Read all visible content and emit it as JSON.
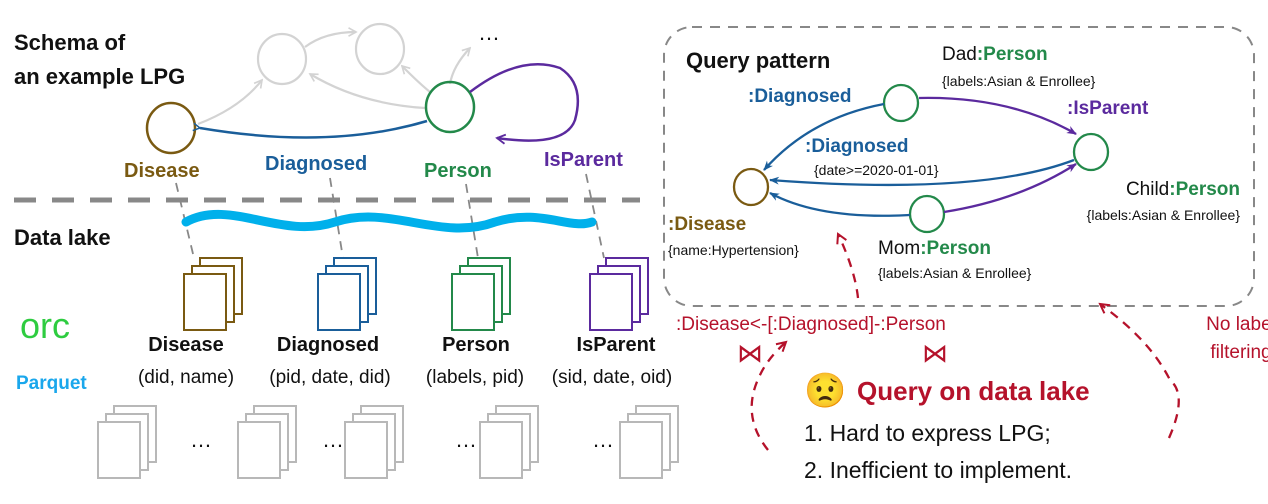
{
  "colors": {
    "disease": "#7a5a12",
    "diagnosed": "#1a5e9a",
    "person": "#23894a",
    "isparent": "#5b2a9e",
    "ghost": "#d3d3d3",
    "lake": "#00b0eb",
    "orc": "#2ecc40",
    "parquet": "#1aa7ec",
    "warn": "#b5122b",
    "gray": "#888888",
    "black": "#111111"
  },
  "schema": {
    "title_line1": "Schema of",
    "title_line2": "an example LPG",
    "ellipsis": "…",
    "labels": {
      "disease": "Disease",
      "diagnosed": "Diagnosed",
      "person": "Person",
      "isparent": "IsParent"
    }
  },
  "lake": {
    "title": "Data lake",
    "format_orc": "orc",
    "format_parquet": "Parquet",
    "tables": [
      {
        "name": "Disease",
        "columns": "(did, name)"
      },
      {
        "name": "Diagnosed",
        "columns": "(pid, date, did)"
      },
      {
        "name": "Person",
        "columns": "(labels, pid)"
      },
      {
        "name": "IsParent",
        "columns": "(sid, date, oid)"
      }
    ],
    "more": "…"
  },
  "query": {
    "title": "Query pattern",
    "dad_var": "Dad",
    "dad_type": ":Person",
    "dad_props": "{labels:Asian & Enrollee}",
    "child_var": "Child",
    "child_type": ":Person",
    "child_props": "{labels:Asian & Enrollee}",
    "mom_var": "Mom",
    "mom_type": ":Person",
    "mom_props": "{labels:Asian & Enrollee}",
    "disease_type": ":Disease",
    "disease_props": "{name:Hypertension}",
    "edge_diag1": ":Diagnosed",
    "edge_diag2": ":Diagnosed",
    "edge_diag2_props": "{date>=2020-01-01}",
    "edge_isparent": ":IsParent"
  },
  "problem": {
    "join_expr": ":Disease<-[:Diagnosed]-:Person",
    "join_symbol": "⋈",
    "no_label_line1": "No label",
    "no_label_line2": "filtering",
    "emoji": "😟",
    "title": "Query on data lake",
    "item1": "1. Hard to express LPG;",
    "item2": "2. Inefficient to implement."
  }
}
